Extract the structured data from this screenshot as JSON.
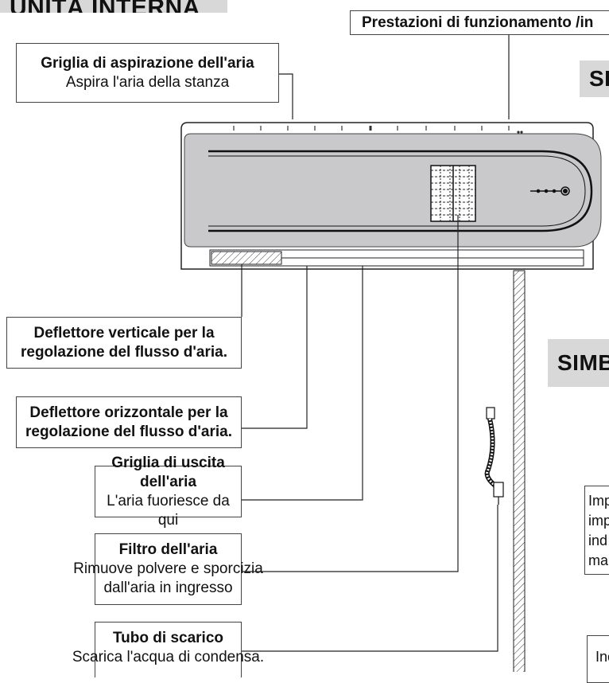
{
  "sections": {
    "indoor_unit": "UNITÀ INTERNA",
    "right_top_title": "SI",
    "right_mid_title": "SIMB"
  },
  "performance_label": "Prestazioni di funzionamento /in",
  "labels": {
    "air_intake": {
      "title": "Griglia di aspirazione dell'aria",
      "desc": "Aspira l'aria della stanza"
    },
    "vertical_deflector": {
      "line1": "Deflettore verticale per la",
      "line2": "regolazione del flusso d'aria."
    },
    "horizontal_deflector": {
      "line1": "Deflettore orizzontale per la",
      "line2": "regolazione del flusso d'aria."
    },
    "air_outlet": {
      "title": "Griglia di uscita dell'aria",
      "desc": "L'aria fuoriesce da qui"
    },
    "air_filter": {
      "title": "Filtro dell'aria",
      "desc1": "Rimuove polvere e sporcizia",
      "desc2": "dall'aria in ingresso"
    },
    "drain_pipe": {
      "title": "Tubo di scarico",
      "desc": "Scarica l'acqua di condensa."
    }
  },
  "right_notes": {
    "note1": [
      "Imp",
      "imp",
      "ind",
      "ma"
    ],
    "note2": [
      "Inc"
    ]
  }
}
